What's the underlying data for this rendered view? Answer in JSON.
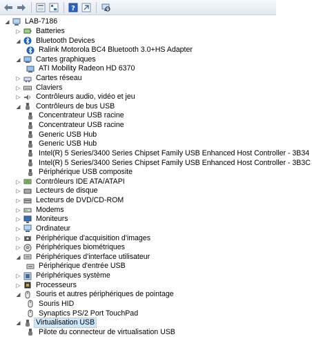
{
  "toolbar": {
    "buttons": [
      "back-arrow-icon",
      "forward-arrow-icon",
      "properties-icon",
      "tree-view-icon",
      "help-icon",
      "update-driver-icon",
      "scan-hardware-icon"
    ]
  },
  "tree": {
    "root": "LAB-7186",
    "nodes": [
      {
        "label": "Batteries",
        "level": 1,
        "state": "collapsed",
        "icon": "battery-icon"
      },
      {
        "label": "Bluetooth Devices",
        "level": 1,
        "state": "expanded",
        "icon": "bluetooth-icon"
      },
      {
        "label": "Ralink Motorola BC4 Bluetooth 3.0+HS Adapter",
        "level": 2,
        "state": "leaf",
        "icon": "bluetooth-icon"
      },
      {
        "label": "Cartes graphiques",
        "level": 1,
        "state": "expanded",
        "icon": "display-adapter-icon"
      },
      {
        "label": "ATI Mobility Radeon HD 6370",
        "level": 2,
        "state": "leaf",
        "icon": "display-adapter-icon"
      },
      {
        "label": "Cartes réseau",
        "level": 1,
        "state": "collapsed",
        "icon": "network-icon"
      },
      {
        "label": "Claviers",
        "level": 1,
        "state": "collapsed",
        "icon": "keyboard-icon"
      },
      {
        "label": "Contrôleurs audio, vidéo et jeu",
        "level": 1,
        "state": "collapsed",
        "icon": "audio-icon"
      },
      {
        "label": "Contrôleurs de bus USB",
        "level": 1,
        "state": "expanded",
        "icon": "usb-icon"
      },
      {
        "label": "Concentrateur USB racine",
        "level": 2,
        "state": "leaf",
        "icon": "usb-icon"
      },
      {
        "label": "Concentrateur USB racine",
        "level": 2,
        "state": "leaf",
        "icon": "usb-icon"
      },
      {
        "label": "Generic USB Hub",
        "level": 2,
        "state": "leaf",
        "icon": "usb-icon"
      },
      {
        "label": "Generic USB Hub",
        "level": 2,
        "state": "leaf",
        "icon": "usb-icon"
      },
      {
        "label": "Intel(R) 5 Series/3400 Series Chipset Family USB Enhanced Host Controller - 3B34",
        "level": 2,
        "state": "leaf",
        "icon": "usb-icon"
      },
      {
        "label": "Intel(R) 5 Series/3400 Series Chipset Family USB Enhanced Host Controller - 3B3C",
        "level": 2,
        "state": "leaf",
        "icon": "usb-icon"
      },
      {
        "label": "Périphérique USB composite",
        "level": 2,
        "state": "leaf",
        "icon": "usb-icon"
      },
      {
        "label": "Contrôleurs IDE ATA/ATAPI",
        "level": 1,
        "state": "collapsed",
        "icon": "ide-icon"
      },
      {
        "label": "Lecteurs de disque",
        "level": 1,
        "state": "collapsed",
        "icon": "disk-drive-icon"
      },
      {
        "label": "Lecteurs de DVD/CD-ROM",
        "level": 1,
        "state": "collapsed",
        "icon": "dvd-drive-icon"
      },
      {
        "label": "Modems",
        "level": 1,
        "state": "collapsed",
        "icon": "modem-icon"
      },
      {
        "label": "Moniteurs",
        "level": 1,
        "state": "collapsed",
        "icon": "monitor-icon"
      },
      {
        "label": "Ordinateur",
        "level": 1,
        "state": "collapsed",
        "icon": "computer-icon"
      },
      {
        "label": "Périphérique d'acquisition d'images",
        "level": 1,
        "state": "collapsed",
        "icon": "camera-icon"
      },
      {
        "label": "Périphériques biométriques",
        "level": 1,
        "state": "collapsed",
        "icon": "biometric-icon"
      },
      {
        "label": "Périphériques d'interface utilisateur",
        "level": 1,
        "state": "expanded",
        "icon": "hid-icon"
      },
      {
        "label": "Périphérique d'entrée USB",
        "level": 2,
        "state": "leaf",
        "icon": "hid-icon"
      },
      {
        "label": "Périphériques système",
        "level": 1,
        "state": "collapsed",
        "icon": "system-device-icon"
      },
      {
        "label": "Processeurs",
        "level": 1,
        "state": "collapsed",
        "icon": "processor-icon"
      },
      {
        "label": "Souris et autres périphériques de pointage",
        "level": 1,
        "state": "expanded",
        "icon": "mouse-icon"
      },
      {
        "label": "Souris HID",
        "level": 2,
        "state": "leaf",
        "icon": "mouse-icon"
      },
      {
        "label": "Synaptics PS/2 Port TouchPad",
        "level": 2,
        "state": "leaf",
        "icon": "mouse-icon"
      },
      {
        "label": "Virtualisation USB",
        "level": 1,
        "state": "expanded",
        "icon": "usb-icon",
        "selected": true
      },
      {
        "label": "Pilote du connecteur de virtualisation USB",
        "level": 2,
        "state": "leaf",
        "icon": "usb-icon"
      }
    ]
  },
  "colors": {
    "selection": "#cce8ff",
    "toolbar": "#e3e9f1",
    "usb": "#5a5a5a",
    "bluetooth": "#1e5fb4"
  }
}
